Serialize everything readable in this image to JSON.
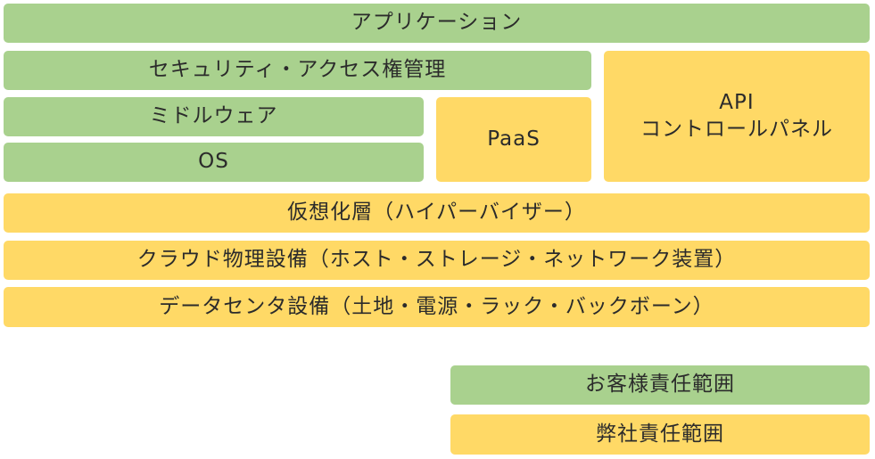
{
  "layers": {
    "application": "アプリケーション",
    "security": "セキュリティ・アクセス権管理",
    "api_line1": "API",
    "api_line2": "コントロールパネル",
    "middleware": "ミドルウェア",
    "paas": "PaaS",
    "os": "OS",
    "hypervisor": "仮想化層（ハイパーバイザー）",
    "cloud_infra": "クラウド物理設備（ホスト・ストレージ・ネットワーク装置）",
    "datacenter": "データセンタ設備（土地・電源・ラック・バックボーン）"
  },
  "legend": {
    "customer": "お客様責任範囲",
    "provider": "弊社責任範囲"
  },
  "colors": {
    "customer_green": "#a9d18e",
    "provider_yellow": "#ffd966"
  }
}
